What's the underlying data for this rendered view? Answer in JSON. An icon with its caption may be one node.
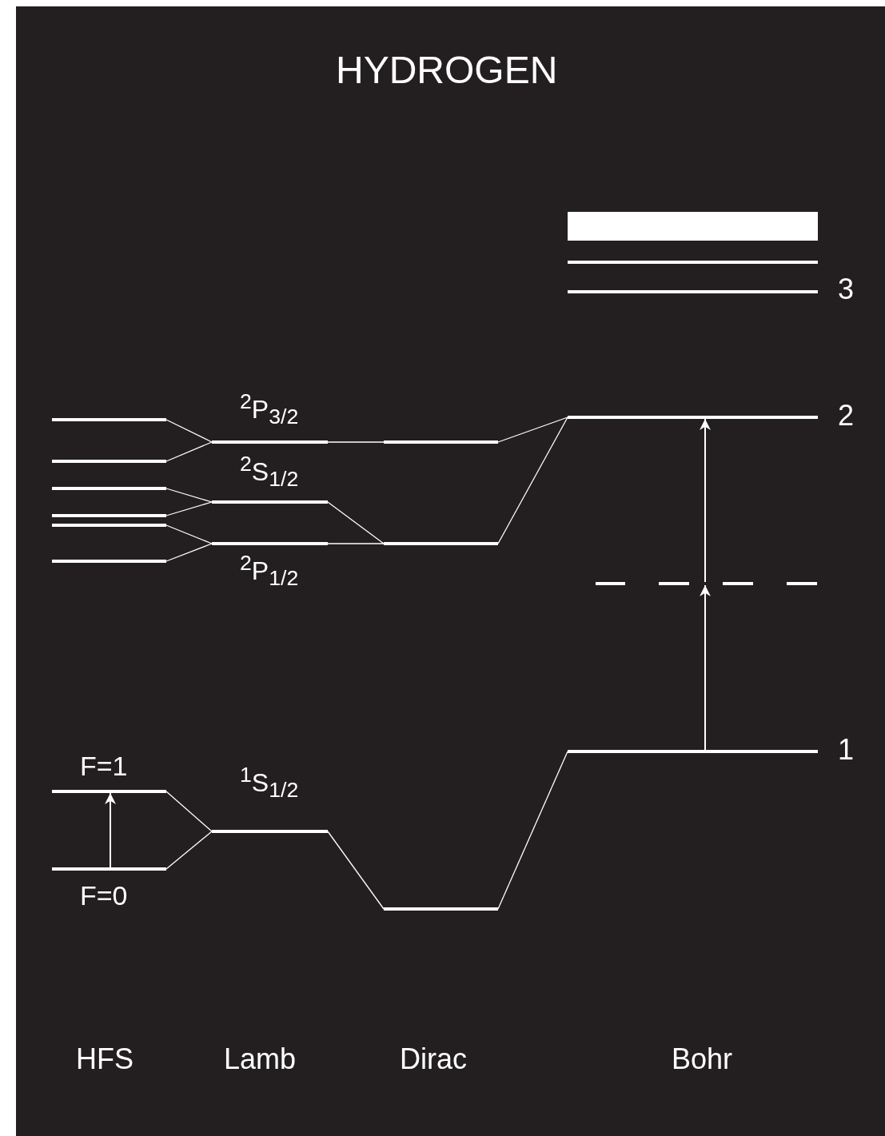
{
  "diagram": {
    "title": "HYDROGEN",
    "nodes": [
      {
        "text": [],
        "shape": "bar"
      },
      {
        "text": [],
        "shape": "bar"
      },
      {
        "text": [],
        "shape": "bar",
        "beside": [
          "3"
        ]
      },
      {
        "text": [],
        "shape": "bar",
        "beside": [
          "2"
        ]
      },
      {
        "text": [],
        "shape": "bar"
      },
      {
        "text": [],
        "shape": "bar",
        "beside": [
          "$^{2}$P$_{3/2}$"
        ]
      },
      {
        "text": [],
        "shape": "bar"
      },
      {
        "text": [],
        "shape": "bar"
      },
      {
        "text": [],
        "shape": "bar"
      },
      {
        "text": [],
        "shape": "bar",
        "beside": [
          "$^{2}$S$_{1/2}$"
        ]
      },
      {
        "text": [],
        "shape": "bar"
      },
      {
        "text": [],
        "shape": "bar"
      },
      {
        "text": [],
        "shape": "bar",
        "beside": [
          "$^{2}$P$_{1/2}$"
        ]
      },
      {
        "text": [],
        "shape": "bar"
      },
      {
        "text": [],
        "shape": "bar"
      },
      {
        "text": [],
        "shape": "bar"
      },
      {
        "text": [],
        "shape": "bar",
        "beside": [
          "1"
        ]
      },
      {
        "text": [],
        "shape": "bar",
        "beside": [
          "F=1"
        ]
      },
      {
        "text": [],
        "shape": "bar",
        "beside": [
          "$^{1}$S$_{1/2}$"
        ]
      },
      {
        "text": [],
        "shape": "bar",
        "beside": [
          "F=0"
        ]
      },
      {
        "text": [],
        "shape": "bar"
      }
    ],
    "edges": [
      {
        "from": 3,
        "to": 6,
        "arrow": "none"
      },
      {
        "from": 3,
        "to": 13,
        "arrow": "none"
      },
      {
        "from": 6,
        "to": 5,
        "arrow": "none"
      },
      {
        "from": 13,
        "to": 12,
        "arrow": "none"
      },
      {
        "from": 13,
        "to": 9,
        "arrow": "none"
      },
      {
        "from": 5,
        "to": 4,
        "arrow": "none"
      },
      {
        "from": 5,
        "to": 7,
        "arrow": "none"
      },
      {
        "from": 9,
        "to": 8,
        "arrow": "none"
      },
      {
        "from": 9,
        "to": 10,
        "arrow": "none"
      },
      {
        "from": 12,
        "to": 11,
        "arrow": "none"
      },
      {
        "from": 12,
        "to": 14,
        "arrow": "none"
      },
      {
        "from": 16,
        "to": 20,
        "arrow": "none"
      },
      {
        "from": 20,
        "to": 18,
        "arrow": "none"
      },
      {
        "from": 18,
        "to": 17,
        "arrow": "none"
      },
      {
        "from": 18,
        "to": 19,
        "arrow": "none"
      },
      {
        "from": 16,
        "to": 15,
        "arrow": "to"
      },
      {
        "from": 15,
        "to": 3,
        "arrow": "to"
      },
      {
        "from": 19,
        "to": 17,
        "arrow": "to"
      }
    ],
    "labels": [
      "HFS",
      "Lamb",
      "Dirac",
      "Bohr"
    ]
  }
}
